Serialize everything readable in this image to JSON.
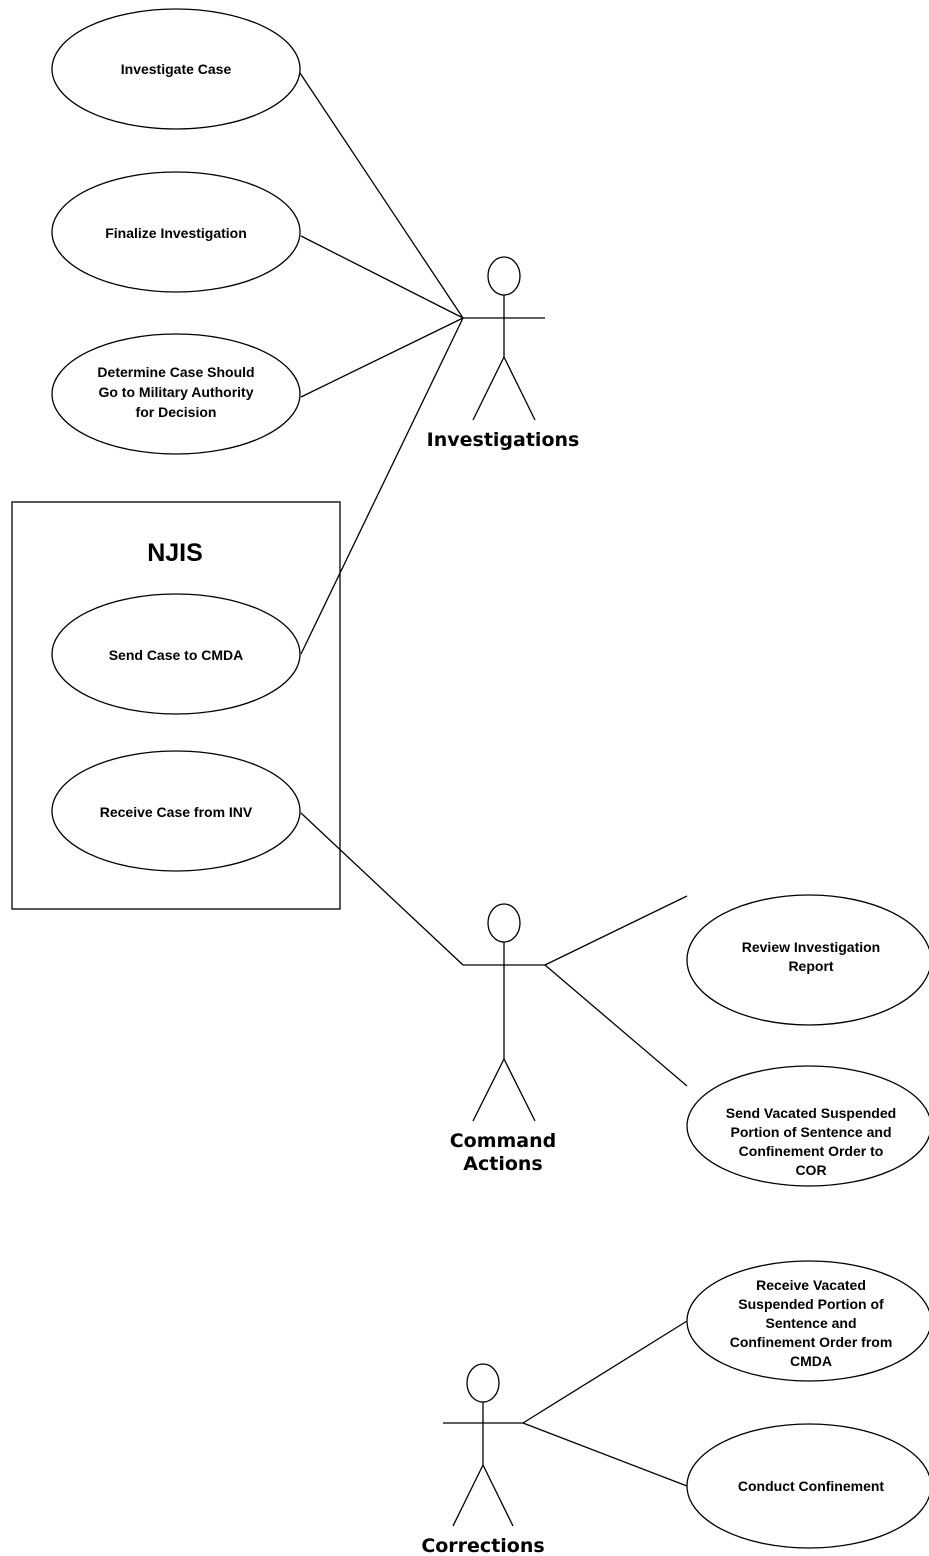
{
  "system": {
    "title": "NJIS"
  },
  "actors": {
    "investigations": {
      "label": [
        "Investigations"
      ]
    },
    "command_actions": {
      "label": [
        "Command",
        "Actions"
      ]
    },
    "corrections": {
      "label": [
        "Corrections"
      ]
    }
  },
  "use_cases": {
    "investigate_case": [
      "Investigate Case"
    ],
    "finalize_investigation": [
      "Finalize Investigation"
    ],
    "determine_case": [
      "Determine Case Should",
      "Go to Military Authority",
      "for Decision"
    ],
    "send_case_cmda": [
      "Send Case to CMDA"
    ],
    "receive_case_inv": [
      "Receive Case from INV"
    ],
    "review_report": [
      "Review Investigation",
      "Report"
    ],
    "send_vacated": [
      "Send Vacated Suspended",
      "Portion of Sentence and",
      "Confinement Order to",
      "COR"
    ],
    "receive_vacated": [
      "Receive Vacated",
      "Suspended Portion of",
      "Sentence and",
      "Confinement Order from",
      "CMDA"
    ],
    "conduct_confinement": [
      "Conduct Confinement"
    ]
  }
}
